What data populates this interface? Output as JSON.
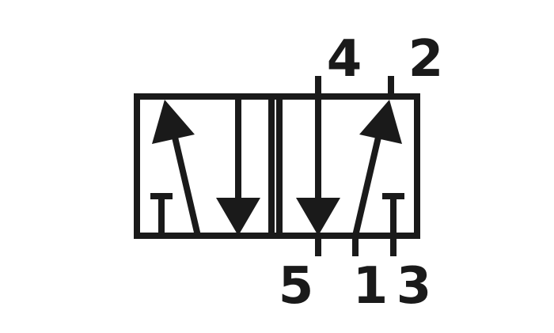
{
  "colors": {
    "stroke": "#1a1a1a",
    "background": "#ffffff"
  },
  "ports": {
    "top_left": "4",
    "top_right": "2",
    "bottom_left": "5",
    "bottom_middle": "1",
    "bottom_right": "3"
  }
}
